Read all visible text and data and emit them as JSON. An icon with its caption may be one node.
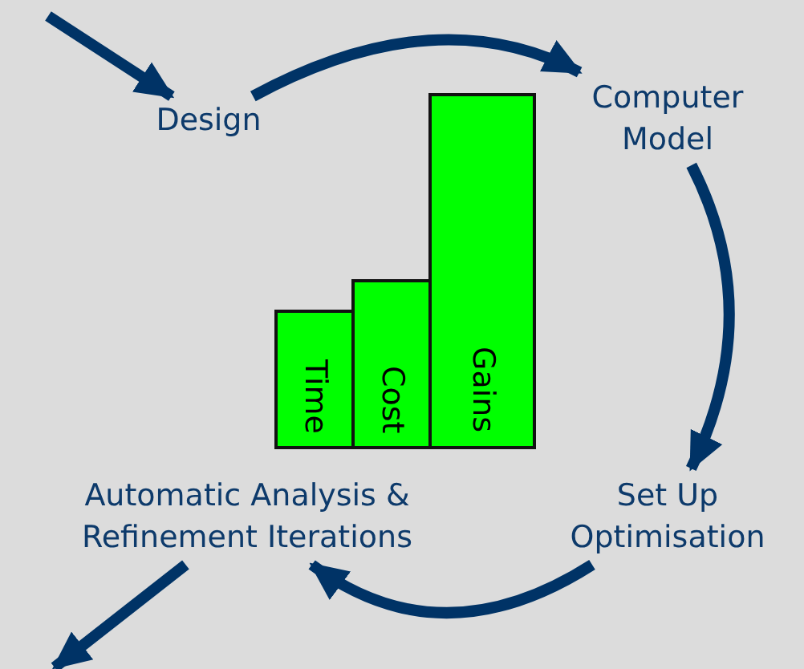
{
  "diagram": {
    "nodes": [
      {
        "text": [
          "Design"
        ]
      },
      {
        "text": [
          "Computer Model"
        ]
      },
      {
        "text": [
          "Set Up Optimisation"
        ]
      },
      {
        "text": [
          "Automatic Analysis & Refinement Iterations"
        ]
      },
      {
        "text": [
          "Time"
        ]
      },
      {
        "text": [
          "Cost"
        ]
      },
      {
        "text": [
          "Gains"
        ]
      }
    ],
    "edges": [
      {
        "from": null,
        "to": 0,
        "arrow": "to"
      },
      {
        "from": 0,
        "to": 1,
        "arrow": "to"
      },
      {
        "from": 1,
        "to": 2,
        "arrow": "to"
      },
      {
        "from": 2,
        "to": 3,
        "arrow": "to"
      },
      {
        "from": 3,
        "to": null,
        "arrow": "to"
      }
    ]
  }
}
